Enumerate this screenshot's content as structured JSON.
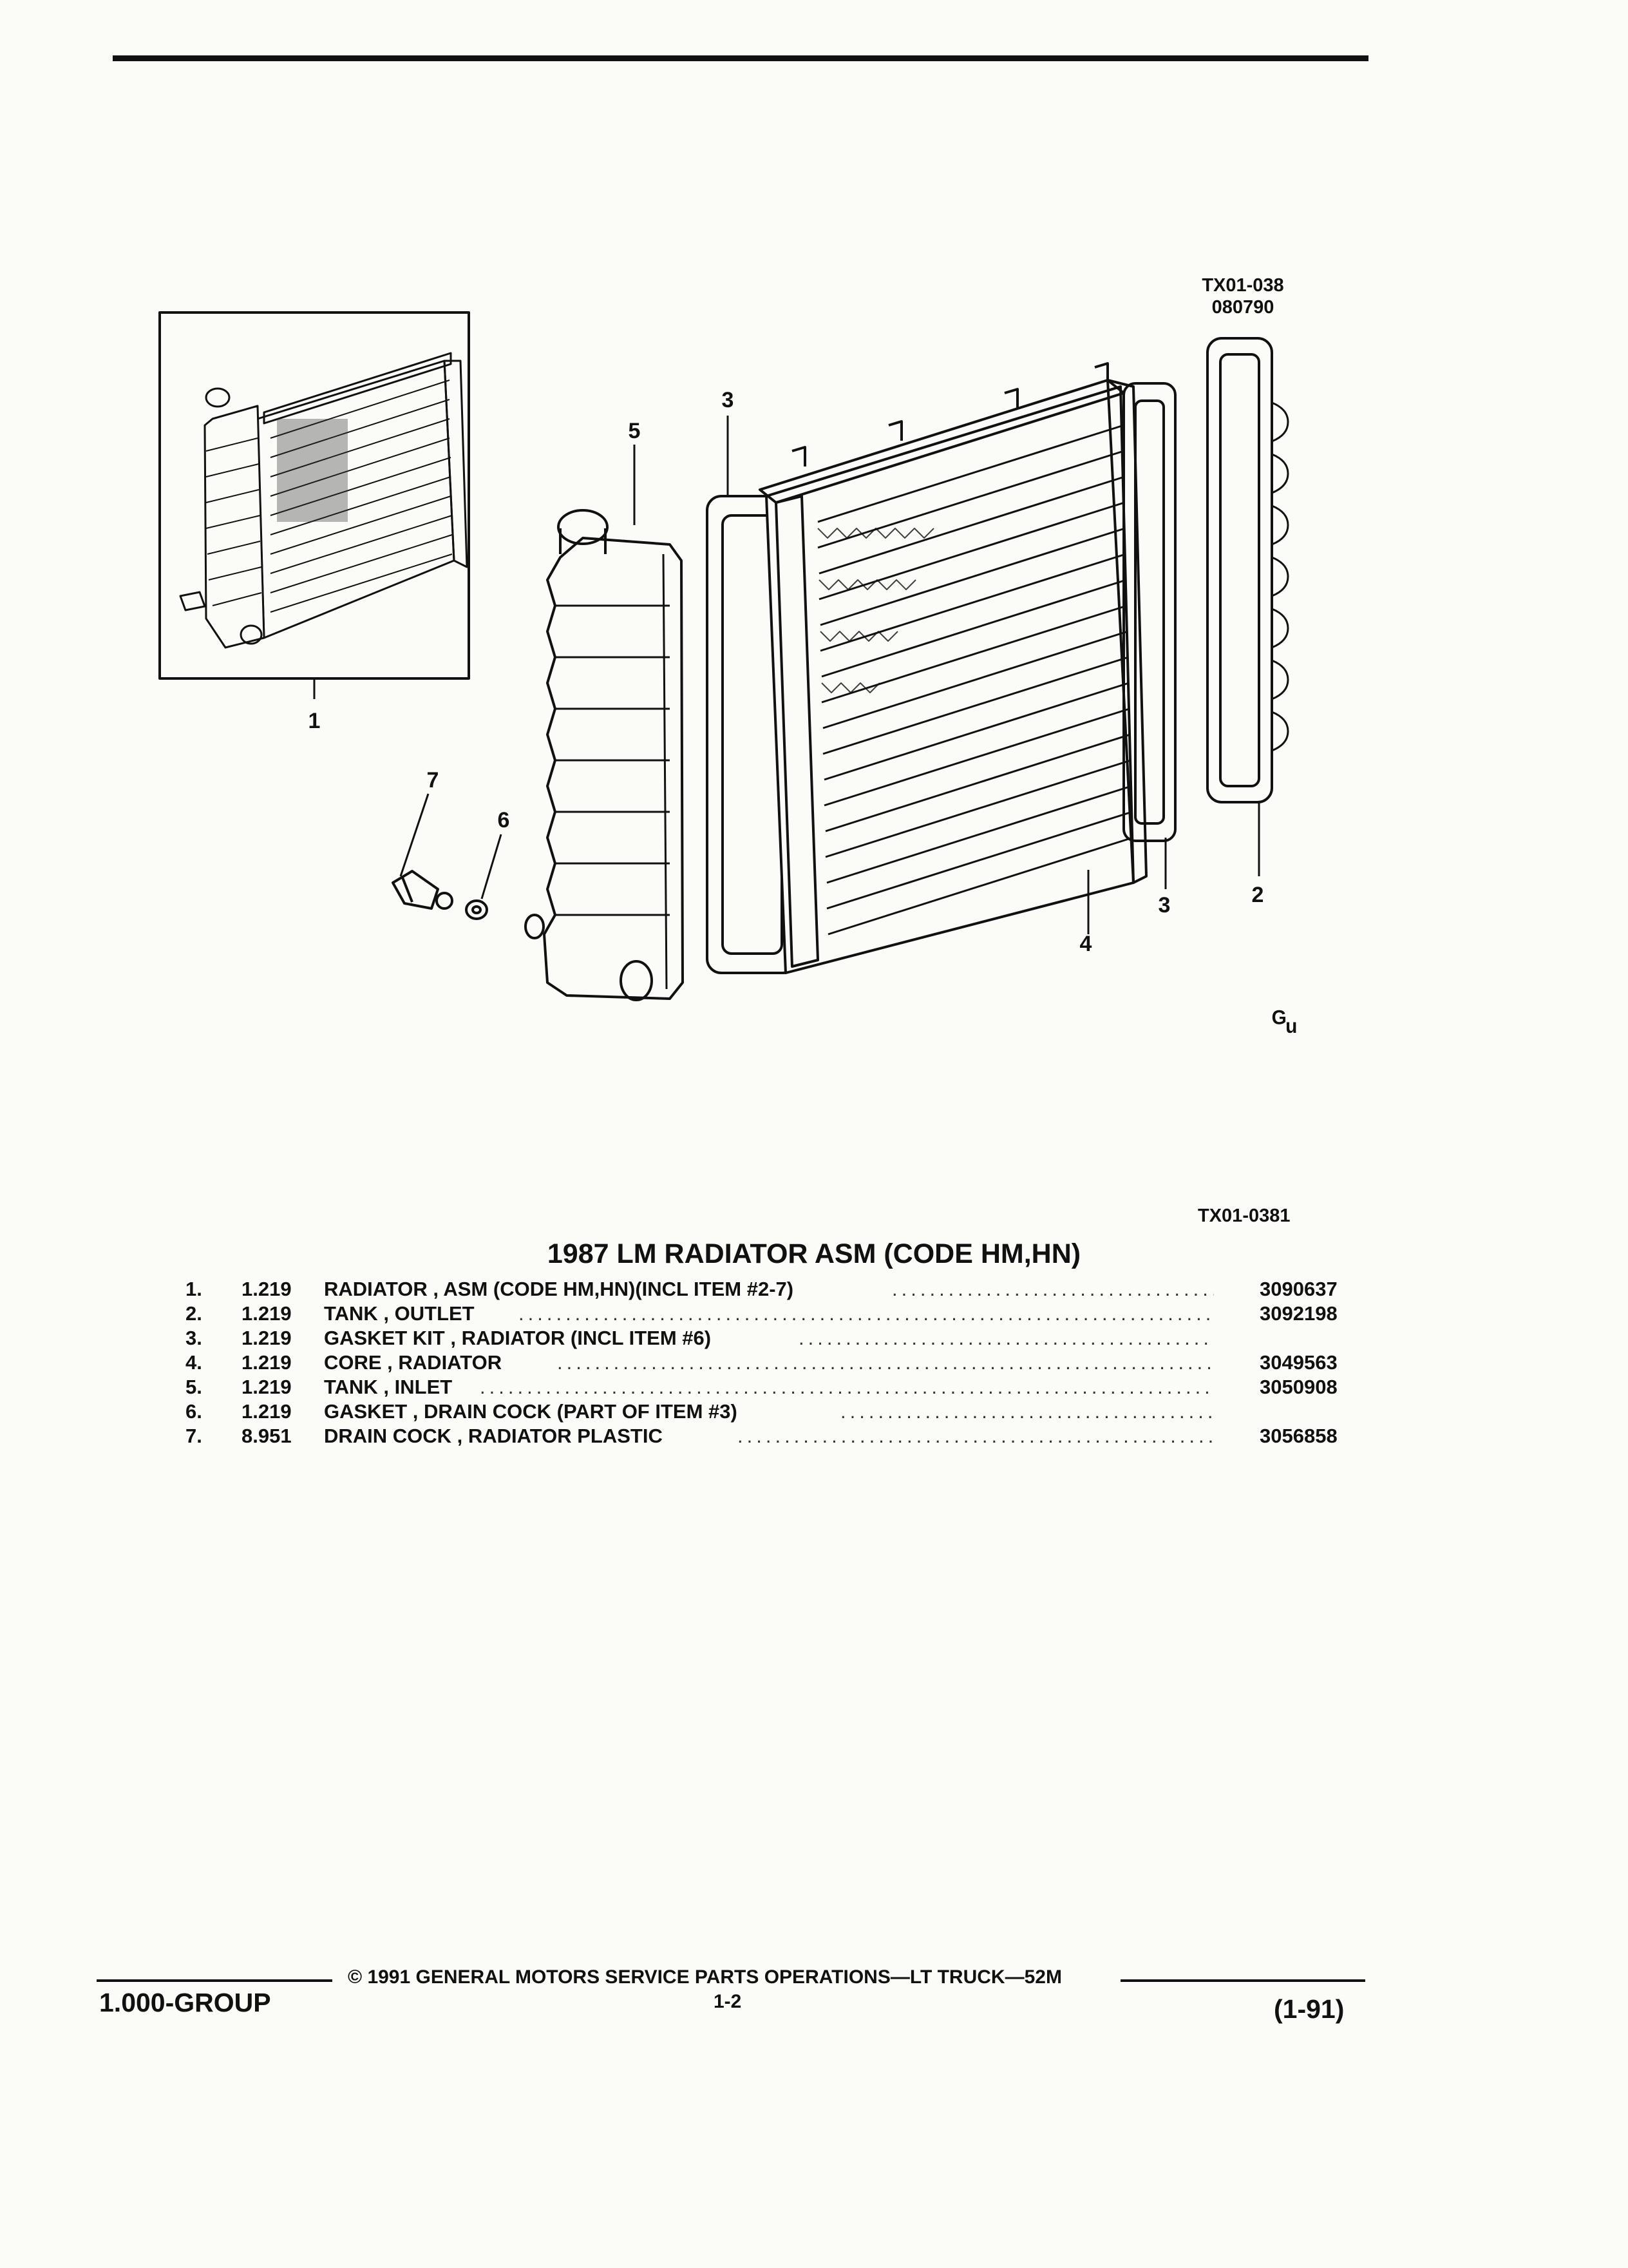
{
  "figure": {
    "code_top_line1": "TX01-038",
    "code_top_line2": "080790",
    "code_bottom": "TX01-0381",
    "callouts": [
      "1",
      "2",
      "3",
      "3",
      "4",
      "5",
      "6",
      "7"
    ],
    "mark": "ᴳᵤ"
  },
  "list": {
    "title": "1987 LM RADIATOR ASM (CODE HM,HN)",
    "items": [
      {
        "num": "1.",
        "group": "1.219",
        "desc": "RADIATOR , ASM (CODE HM,HN)(INCL ITEM #2-7)",
        "part": "3090637"
      },
      {
        "num": "2.",
        "group": "1.219",
        "desc": "TANK , OUTLET",
        "part": "3092198"
      },
      {
        "num": "3.",
        "group": "1.219",
        "desc": "GASKET KIT , RADIATOR (INCL ITEM #6)",
        "part": ""
      },
      {
        "num": "4.",
        "group": "1.219",
        "desc": "CORE , RADIATOR",
        "part": "3049563"
      },
      {
        "num": "5.",
        "group": "1.219",
        "desc": "TANK , INLET",
        "part": "3050908"
      },
      {
        "num": "6.",
        "group": "1.219",
        "desc": "GASKET , DRAIN COCK (PART OF ITEM #3)",
        "part": ""
      },
      {
        "num": "7.",
        "group": "8.951",
        "desc": "DRAIN COCK , RADIATOR PLASTIC",
        "part": "3056858"
      }
    ]
  },
  "footer": {
    "copyright": "© 1991 GENERAL MOTORS SERVICE PARTS OPERATIONS—LT TRUCK—52M",
    "page": "1-2",
    "group": "1.000-GROUP",
    "date": "(1-91)"
  }
}
